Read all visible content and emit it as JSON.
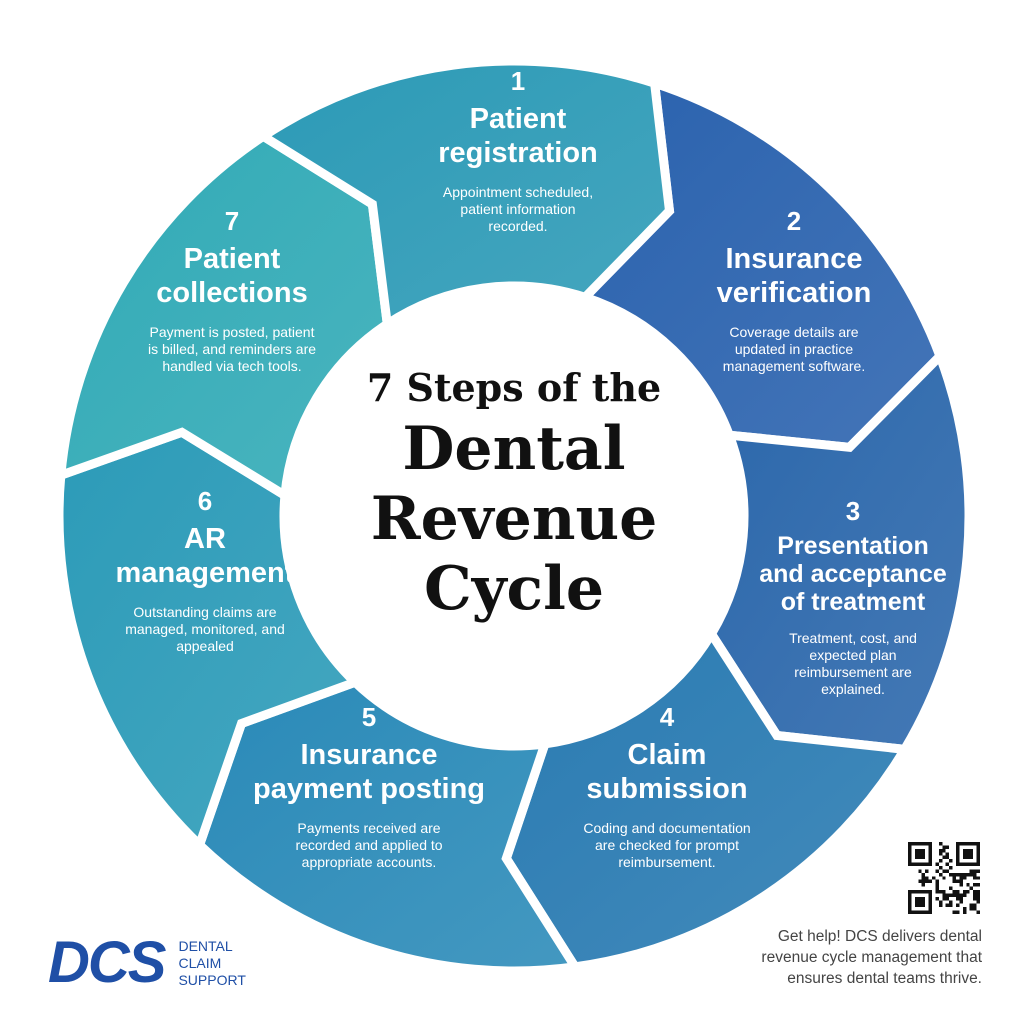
{
  "center": {
    "line1": "7 Steps of the",
    "line2": "Dental",
    "line3": "Revenue",
    "line4": "Cycle"
  },
  "steps": [
    {
      "number": "1",
      "title": [
        "Patient",
        "registration"
      ],
      "description": "Appointment scheduled, patient information recorded.",
      "color": "#2a62ae"
    },
    {
      "number": "2",
      "title": [
        "Insurance",
        "verification"
      ],
      "description": "Coverage details are updated in practice management software.",
      "color": "#2b67ab"
    },
    {
      "number": "3",
      "title": [
        "Presentation",
        "and acceptance",
        "of treatment"
      ],
      "description": "Treatment, cost, and expected plan reimbursement are explained.",
      "color": "#2a7bb2"
    },
    {
      "number": "4",
      "title": [
        "Claim",
        "submission"
      ],
      "description": "Coding and documentation are checked for prompt reimbursement.",
      "color": "#2a8ab8"
    },
    {
      "number": "5",
      "title": [
        "Insurance",
        "payment posting"
      ],
      "description": "Payments received are recorded and applied to appropriate accounts.",
      "color": "#2c9bb8"
    },
    {
      "number": "6",
      "title": [
        "AR",
        "management"
      ],
      "description": "Outstanding claims are managed, monitored, and appealed",
      "color": "#31aab6"
    },
    {
      "number": "7",
      "title": [
        "Patient",
        "collections"
      ],
      "description": "Payment is posted, patient is billed, and reminders are handled via tech tools.",
      "color": "#2c9ab6"
    }
  ],
  "logo": {
    "mark": "DCS",
    "line1": "DENTAL",
    "line2": "CLAIM",
    "line3": "SUPPORT",
    "color": "#1f4fa6"
  },
  "qr_icon": "qr-code-icon",
  "cta": "Get help! DCS delivers dental revenue cycle management that ensures dental teams thrive."
}
